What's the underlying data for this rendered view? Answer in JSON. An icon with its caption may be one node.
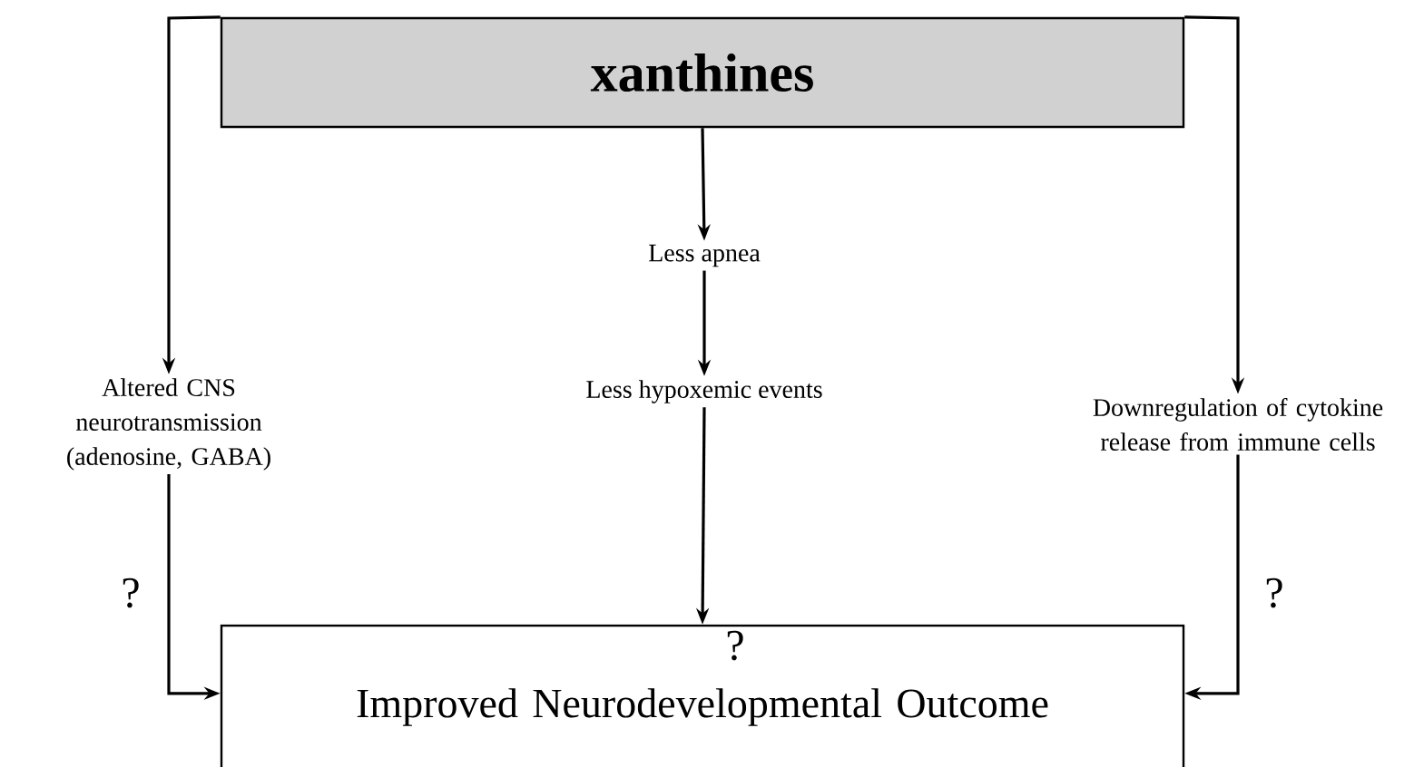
{
  "diagram": {
    "nodes": [
      {
        "text": [
          "xanthines"
        ]
      },
      {
        "text": [
          "Less apnea"
        ]
      },
      {
        "text": [
          "Altered CNS neurotransmission (adenosine, GABA)"
        ]
      },
      {
        "text": [
          "Less hypoxemic events"
        ]
      },
      {
        "text": [
          "Downregulation of cytokine release from immune cells"
        ]
      },
      {
        "text": [
          "Improved Neurodevelopmental Outcome"
        ]
      }
    ],
    "edges": [
      {
        "from": 0,
        "to": 2,
        "arrow": "to"
      },
      {
        "from": 0,
        "to": 1,
        "arrow": "to"
      },
      {
        "from": 0,
        "to": 4,
        "arrow": "to"
      },
      {
        "from": 1,
        "to": 3,
        "arrow": "to"
      },
      {
        "from": 2,
        "to": 5,
        "arrow": "to",
        "label": "?"
      },
      {
        "from": 3,
        "to": 5,
        "arrow": "to",
        "label": "?"
      },
      {
        "from": 4,
        "to": 5,
        "arrow": "to",
        "label": "?"
      }
    ]
  }
}
